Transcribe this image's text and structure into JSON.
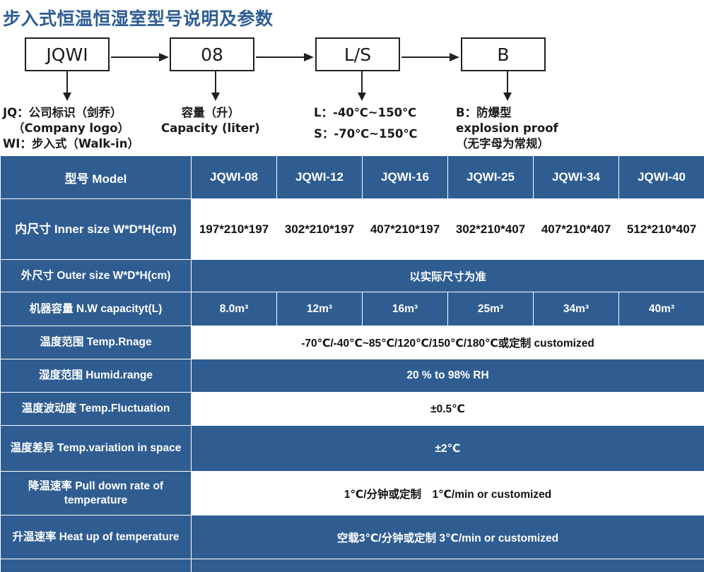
{
  "title": "步入式恒温恒湿室型号说明及参数",
  "accent_color": "#2f5d92",
  "diagram": {
    "nodes": [
      {
        "label": "JQWI"
      },
      {
        "label": "08"
      },
      {
        "label": "L/S"
      },
      {
        "label": "B"
      }
    ],
    "captions": [
      {
        "line1": "JQ：公司标识（剑乔）",
        "line2": "（Company logo）",
        "line3": "WI：步入式（Walk-in）"
      },
      {
        "line1": "容量（升）",
        "line2": "Capacity (liter)",
        "line3": ""
      },
      {
        "line1": "L：-40℃~150℃",
        "line2": "S：-70℃~150℃",
        "line3": ""
      },
      {
        "line1": "B：防爆型",
        "line2": "explosion proof",
        "line3": "（无字母为常规）"
      }
    ]
  },
  "table": {
    "header": {
      "label": "型号 Model",
      "models": [
        "JQWI-08",
        "JQWI-12",
        "JQWI-16",
        "JQWI-25",
        "JQWI-34",
        "JQWI-40"
      ]
    },
    "rows": [
      {
        "label": "内尺寸 Inner size W*D*H(cm)",
        "label_style": "blue",
        "cell_style": "white",
        "span": false,
        "values": [
          "197*210*197",
          "302*210*197",
          "407*210*197",
          "302*210*407",
          "407*210*407",
          "512*210*407"
        ]
      },
      {
        "label": "外尺寸 Outer size W*D*H(cm)",
        "label_style": "blue",
        "cell_style": "blue",
        "span": true,
        "value": "以实际尺寸为准"
      },
      {
        "label": "机器容量 N.W capacityt(L)",
        "label_style": "blue",
        "cell_style": "blue",
        "span": false,
        "values": [
          "8.0m³",
          "12m³",
          "16m³",
          "25m³",
          "34m³",
          "40m³"
        ]
      },
      {
        "label": "温度范围 Temp.Rnage",
        "label_style": "blue",
        "cell_style": "white",
        "span": true,
        "value": "-70℃/-40℃~85℃/120℃/150℃/180℃或定制 customized"
      },
      {
        "label": "湿度范围 Humid.range",
        "label_style": "blue",
        "cell_style": "blue",
        "span": true,
        "value": "20 % to 98% RH"
      },
      {
        "label": "温度波动度 Temp.Fluctuation",
        "label_style": "blue",
        "cell_style": "white",
        "span": true,
        "value": "±0.5℃"
      },
      {
        "label": "温度差异 Temp.variation in space",
        "label_style": "blue",
        "cell_style": "blue",
        "span": true,
        "value": "±2℃"
      },
      {
        "label": "降温速率 Pull down rate of temperature",
        "label_style": "blue",
        "cell_style": "white",
        "span": true,
        "value": "1℃/分钟或定制　1℃/min or customized"
      },
      {
        "label": "升温速率 Heat up of temperature",
        "label_style": "blue",
        "cell_style": "blue",
        "span": true,
        "value": "空载3℃/分钟或定制 3℃/min or customized"
      },
      {
        "label": "",
        "label_style": "blue",
        "cell_style": "blue",
        "span": true,
        "value": ""
      }
    ]
  }
}
